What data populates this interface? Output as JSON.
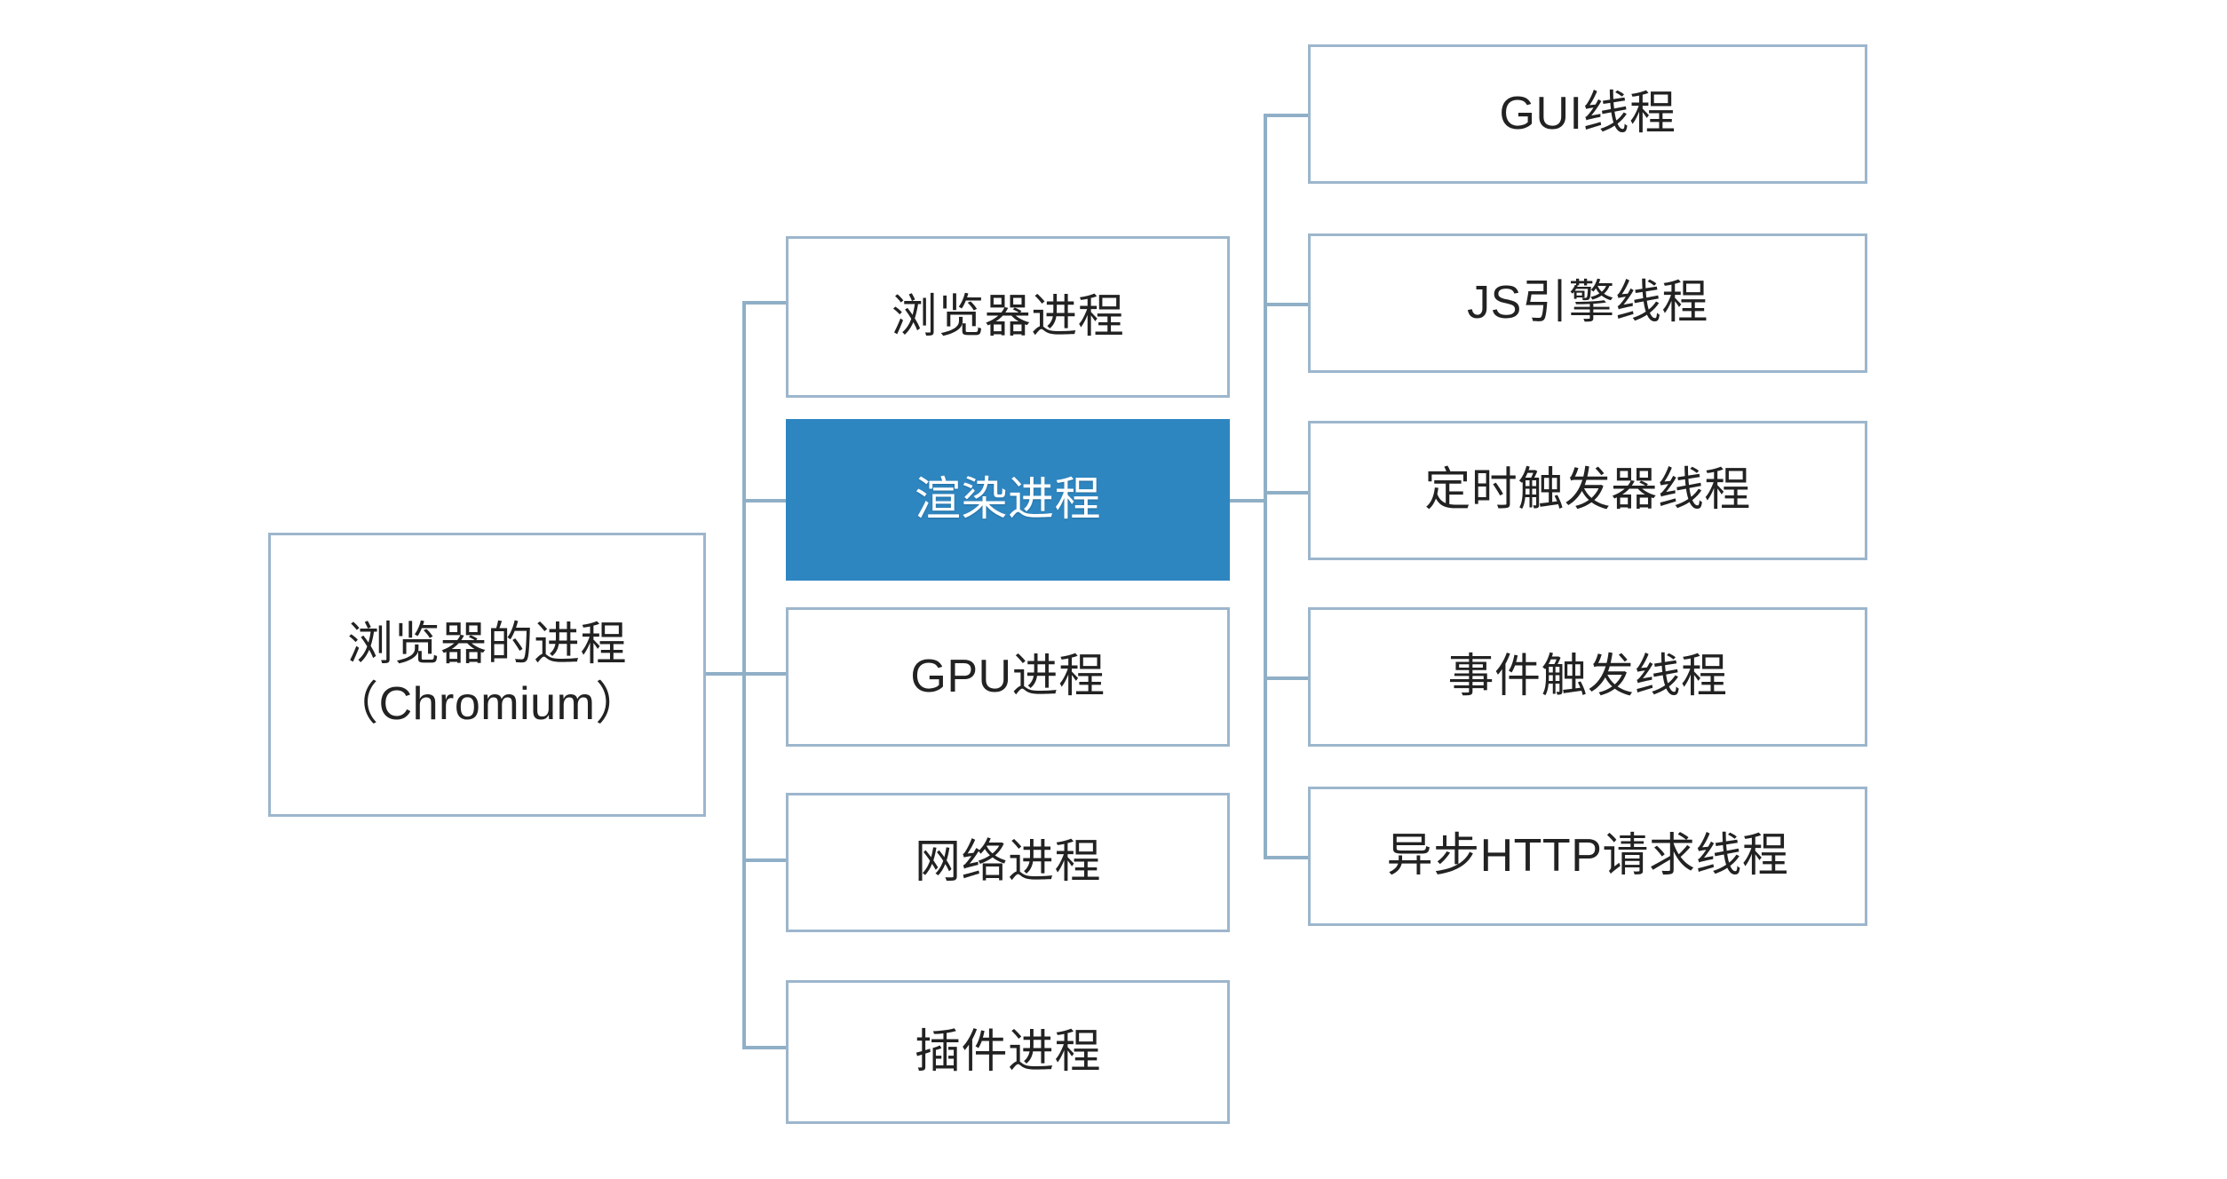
{
  "diagram": {
    "type": "tree",
    "title": "",
    "orientation": "left-to-right",
    "colors": {
      "box_border": "#9CB6CC",
      "box_fill": "#FFFFFF",
      "connector": "#8FAFC6",
      "highlight_fill": "#2E86C1",
      "highlight_text": "#FFFFFF",
      "text": "#222222"
    },
    "root": {
      "label": "浏览器的进程\n（Chromium）"
    },
    "processes": [
      {
        "label": "浏览器进程",
        "highlighted": false
      },
      {
        "label": "渲染进程",
        "highlighted": true
      },
      {
        "label": "GPU进程",
        "highlighted": false
      },
      {
        "label": "网络进程",
        "highlighted": false
      },
      {
        "label": "插件进程",
        "highlighted": false
      }
    ],
    "threads": [
      {
        "label": "GUI线程"
      },
      {
        "label": "JS引擎线程"
      },
      {
        "label": "定时触发器线程"
      },
      {
        "label": "事件触发线程"
      },
      {
        "label": "异步HTTP请求线程"
      }
    ]
  }
}
